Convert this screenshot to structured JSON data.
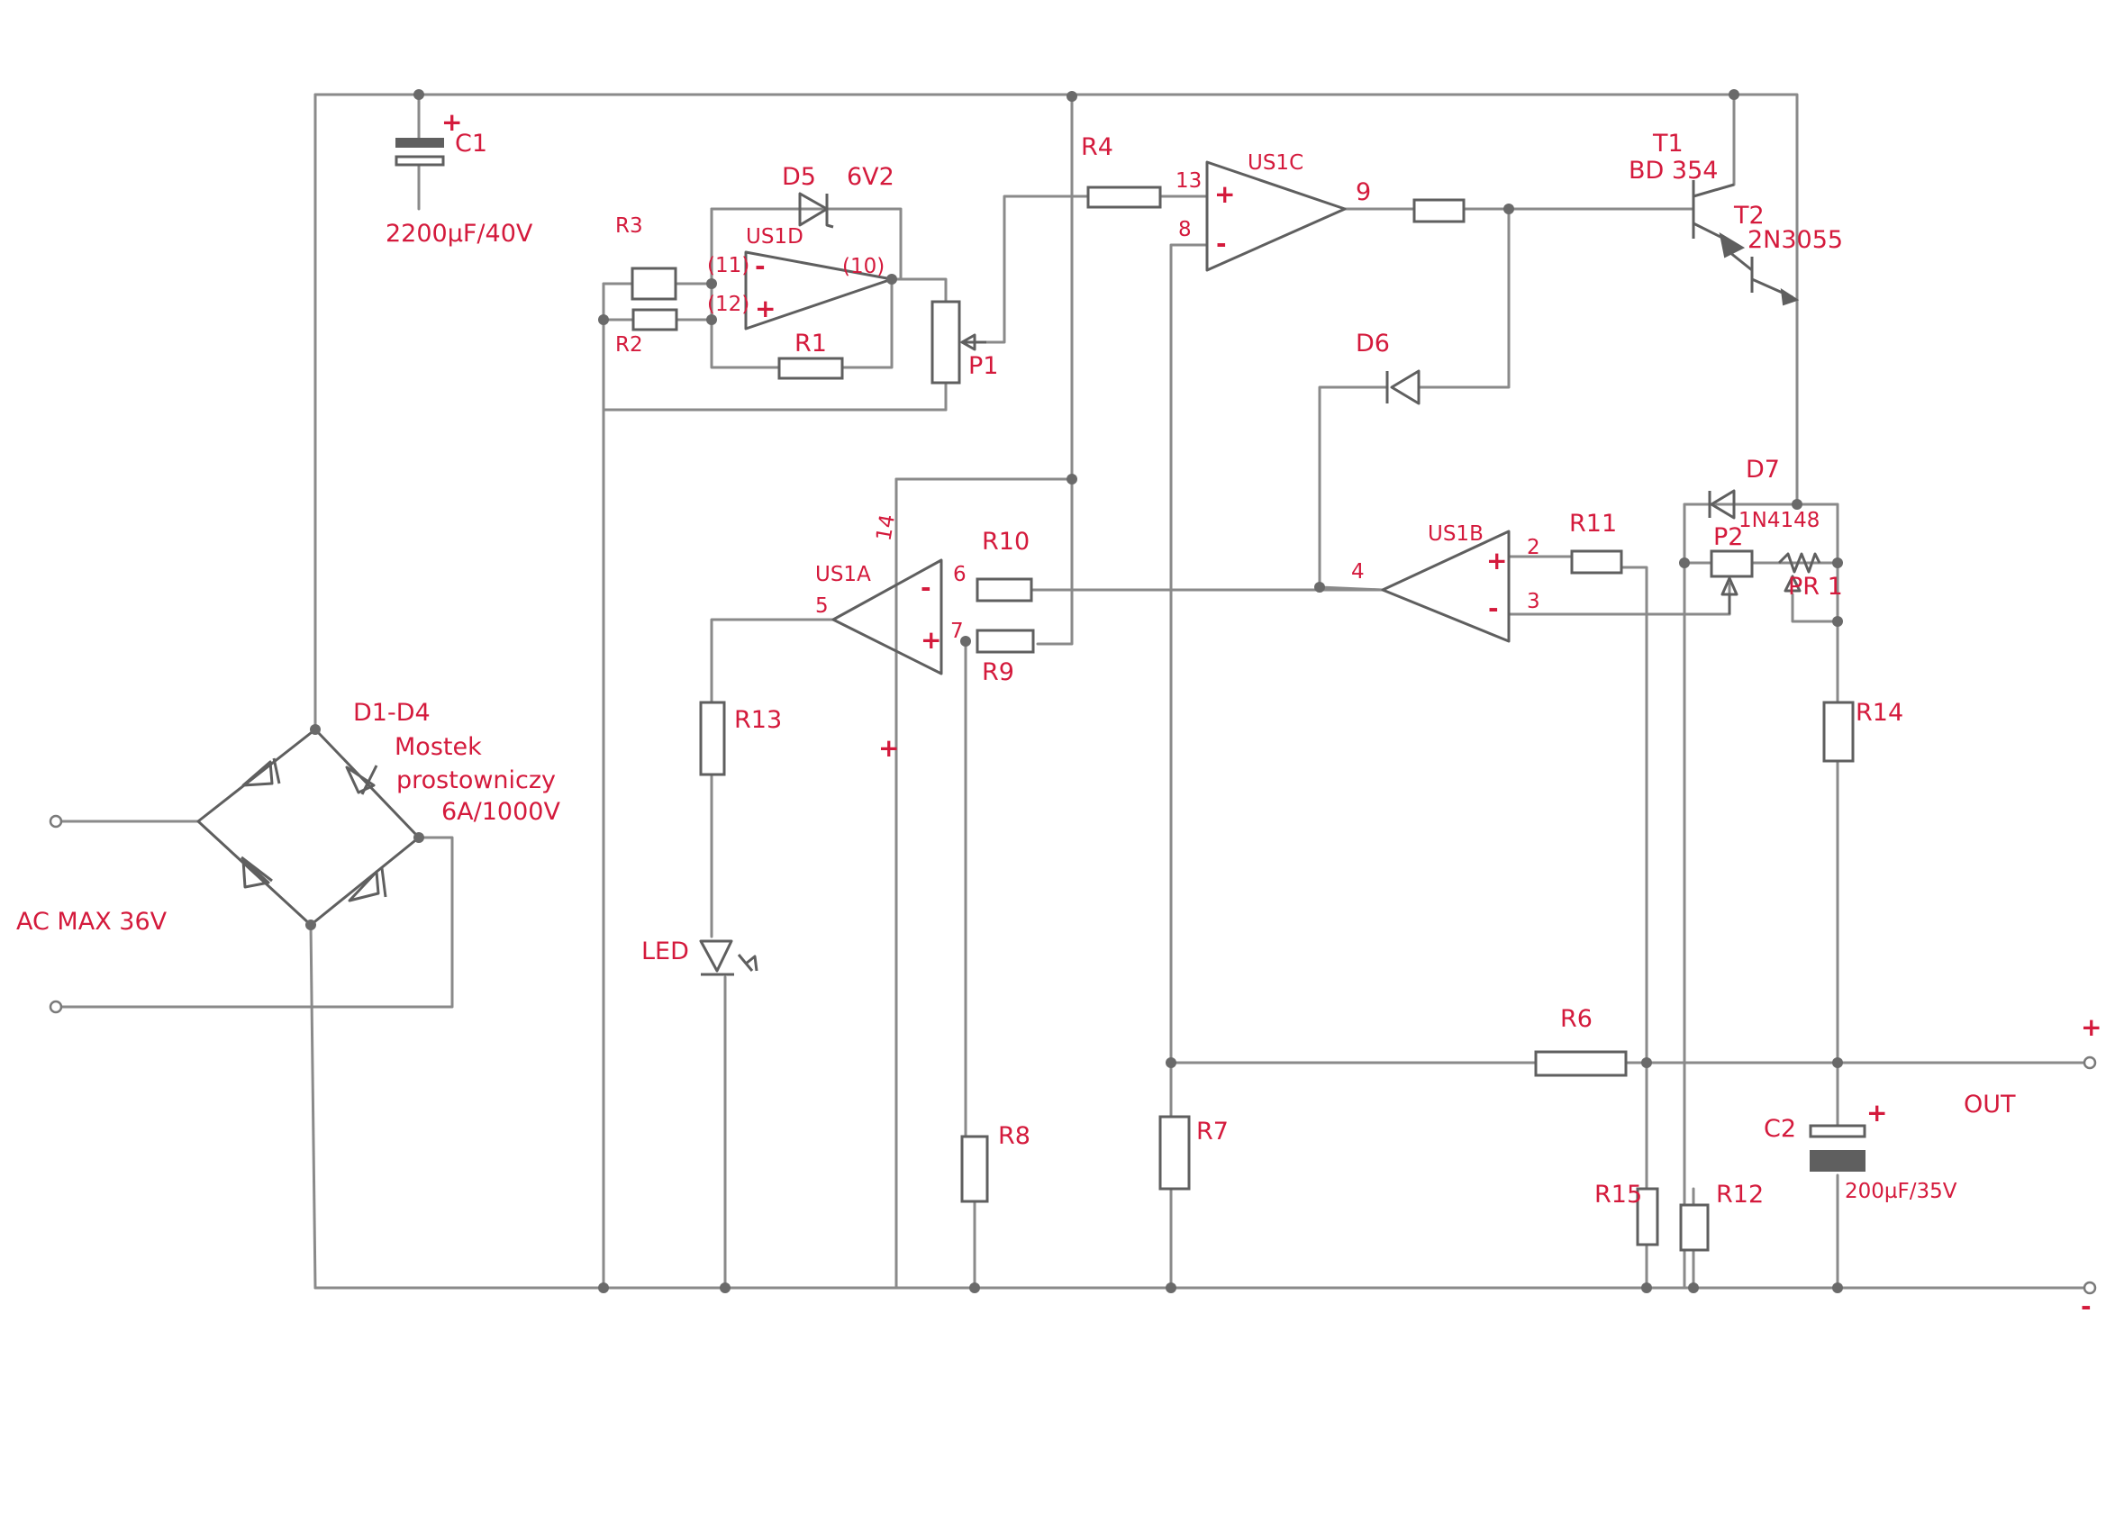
{
  "labels": {
    "c1": "C1",
    "c1_value": "2200µF/40V",
    "c1_plus": "+",
    "d5": "D5",
    "d5_value": "6V2",
    "r3": "R3",
    "r2": "R2",
    "us1d": "US1D",
    "pin11": "(11)",
    "pin12": "(12)",
    "pin10": "(10)",
    "r1": "R1",
    "p1": "P1",
    "r4": "R4",
    "pin13": "13",
    "pin8": "8",
    "us1c": "US1C",
    "pin9": "9",
    "t1": "T1",
    "t1_value": "BD 354",
    "t2": "T2",
    "t2_value": "2N3055",
    "d6": "D6",
    "d7": "D7",
    "d7_value": "1N4148",
    "us1b": "US1B",
    "r11": "R11",
    "pin2": "2",
    "pin3": "3",
    "pin4": "4",
    "p2": "P2",
    "pr1": "PR 1",
    "us1a": "US1A",
    "pin14": "14",
    "pin5": "5",
    "pin6": "6",
    "pin7": "7",
    "r10": "R10",
    "r9": "R9",
    "r13": "R13",
    "led": "LED",
    "r8": "R8",
    "r14": "R14",
    "r6": "R6",
    "r7": "R7",
    "r15": "R15",
    "r12": "R12",
    "c2": "C2",
    "c2_value": "200µF/35V",
    "c2_plus": "+",
    "bridge": "D1-D4",
    "bridge_desc1": "Mostek",
    "bridge_desc2": "prostowniczy",
    "bridge_value": "6A/1000V",
    "ac_input": "AC MAX 36V",
    "out": "OUT",
    "out_plus": "+",
    "out_minus": "-",
    "opamp_plus": "+",
    "opamp_minus": "-",
    "plus_mark": "+"
  },
  "colors": {
    "ink_red": "#d41a3c",
    "pencil": "#8a8a8a",
    "paper": "#ffffff"
  }
}
